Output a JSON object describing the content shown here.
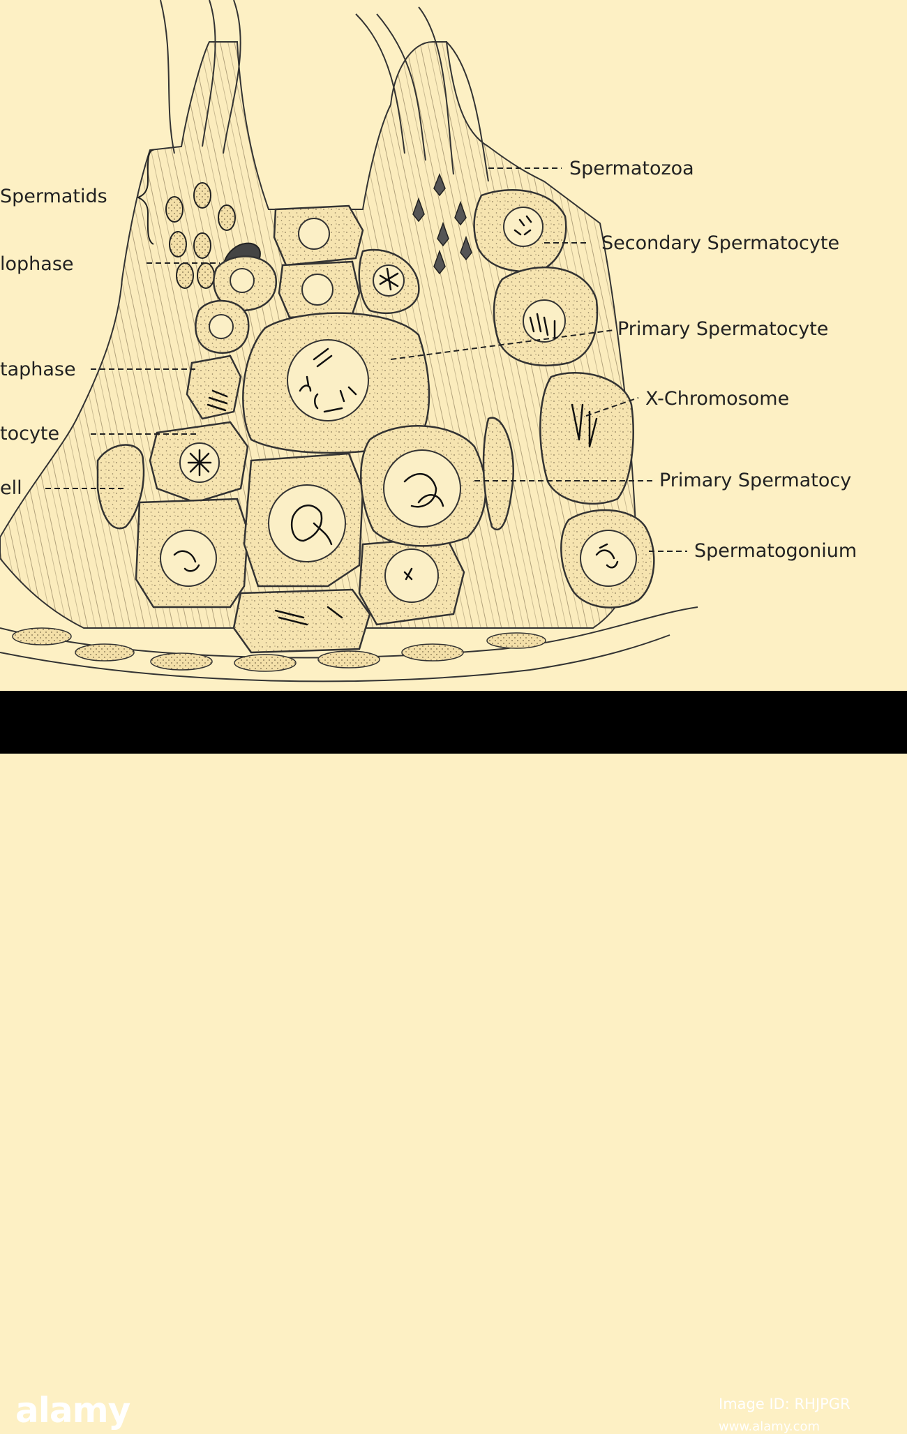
{
  "labels": {
    "spermatids": "Spermatids",
    "telophase": "lophase",
    "metaphase": "taphase",
    "spermatocyte_left": "tocyte",
    "cell_left": "ell",
    "spermatozoa": "Spermatozoa",
    "secondary_spermatocyte": "Secondary Spermatocyte",
    "primary_spermatocyte_1": "Primary Spermatocyte",
    "x_chromosome": "X-Chromosome",
    "primary_spermatocyte_2": "Primary Spermatocy",
    "spermatogonium": "Spermatogonium"
  },
  "watermark": {
    "brand": "alamy",
    "image_id": "Image ID: RHJPGR",
    "url": "www.alamy.com"
  },
  "colors": {
    "background": "#fdf0c4",
    "ink": "#222222",
    "footer": "#000000"
  }
}
